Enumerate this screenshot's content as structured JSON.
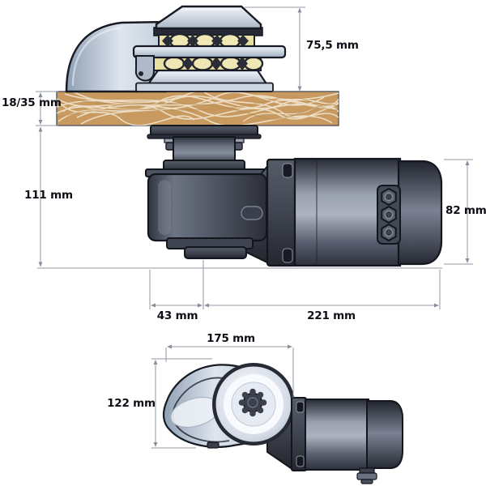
{
  "diagram": {
    "subject": "windlass-dimension-drawing",
    "views": {
      "side": "side-view-cutaway-through-deck",
      "top": "top-view"
    }
  },
  "dimensions": {
    "above_deck_height": "75,5 mm",
    "deck_thickness": "18/35 mm",
    "below_deck_height": "111 mm",
    "motor_diameter": "82 mm",
    "axis_to_gearbox_edge": "43 mm",
    "axis_to_motor_end": "221 mm",
    "top_view_length": "175 mm",
    "top_view_width": "122 mm"
  },
  "colors": {
    "background": "#ffffff",
    "deck_wood": "#c89a60",
    "deck_fiber_stroke": "#f6eedd",
    "metal_light": "#dfe6ee",
    "metal_dark": "#3d4250",
    "chain_pocket_yellow": "#e8e0a2",
    "outline": "#14161e",
    "dimension_line": "#9098a2",
    "label_text": "#0e0f16"
  }
}
